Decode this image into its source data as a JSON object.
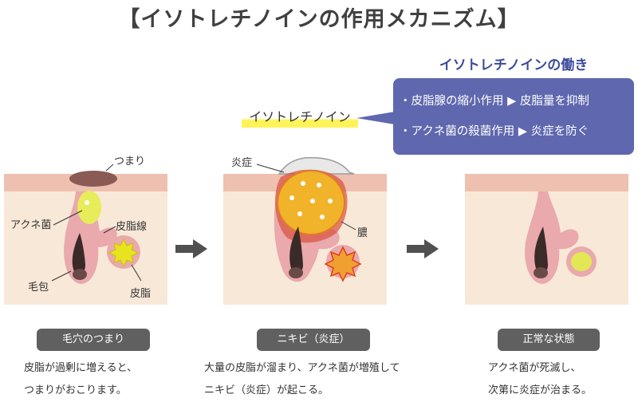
{
  "title": "【イソトレチノインの作用メカニズム】",
  "drug_label": "イソトレチノイン",
  "callout": {
    "title": "イソトレチノインの働き",
    "items": [
      "・皮脂腺の縮小作用 ▶ 皮脂量を抑制",
      "・アクネ菌の殺菌作用 ▶ 炎症を防ぐ"
    ]
  },
  "stage1": {
    "labels": {
      "tsumari": "つまり",
      "acne": "アクネ菌",
      "sebaceous": "皮脂線",
      "follicle": "毛包",
      "sebum": "皮脂"
    },
    "name": "毛穴のつまり",
    "desc": [
      "皮脂が過剰に増えると、",
      "つまりがおこります。"
    ]
  },
  "stage2": {
    "labels": {
      "inflammation": "炎症",
      "pus": "膿"
    },
    "name": "ニキビ（炎症）",
    "desc": [
      "大量の皮脂が溜まり、アクネ菌が増殖して",
      "ニキビ（炎症）が起こる。"
    ]
  },
  "stage3": {
    "name": "正常な状態",
    "desc": [
      "アクネ菌が死滅し、",
      "次第に炎症が治まる。"
    ]
  },
  "colors": {
    "skin": "#f8e8d8",
    "skin_top": "#eec0b0",
    "follicle": "#e9a9ad",
    "callout": "#5f67ae",
    "highlight": "#fff35a",
    "label_bg": "#606060",
    "arrow": "#505050"
  }
}
